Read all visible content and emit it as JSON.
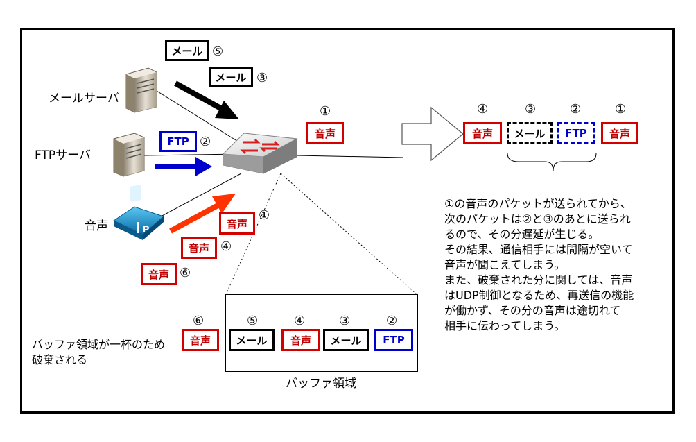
{
  "labels": {
    "mail_server": "メールサーバ",
    "ftp_server": "FTPサーバ",
    "voice": "音声",
    "buffer_full_line1": "バッファ領域が一杯のため",
    "buffer_full_line2": "破棄される",
    "buffer_area": "バッファ領域"
  },
  "packets": {
    "mail5": {
      "text": "メール",
      "num": "⑤"
    },
    "mail3": {
      "text": "メール",
      "num": "③"
    },
    "ftp2": {
      "text": "FTP",
      "num": "②"
    },
    "voice1": {
      "text": "音声",
      "num": "①"
    },
    "voice4": {
      "text": "音声",
      "num": "④"
    },
    "voice6": {
      "text": "音声",
      "num": "⑥"
    },
    "out_voice1": {
      "text": "音声",
      "num": "①"
    }
  },
  "queue_out": [
    {
      "text": "音声",
      "num": "④"
    },
    {
      "text": "メール",
      "num": "③"
    },
    {
      "text": "FTP",
      "num": "②"
    },
    {
      "text": "音声",
      "num": "①"
    }
  ],
  "buffer": {
    "dropped": {
      "text": "音声",
      "num": "⑥"
    },
    "items": [
      {
        "text": "メール",
        "num": "⑤"
      },
      {
        "text": "音声",
        "num": "④"
      },
      {
        "text": "メール",
        "num": "③"
      },
      {
        "text": "FTP",
        "num": "②"
      }
    ]
  },
  "note_lines": [
    "①の音声のパケットが送られてから、",
    "次のパケットは②と③のあとに送られ",
    "るので、その分遅延が生じる。",
    "その結果、通信相手には間隔が空いて",
    "音声が聞こえてしまう。",
    "また、破棄された分に関しては、音声",
    "はUDP制御となるため、再送信の機能",
    "が働かず、その分の音声は途切れて",
    "相手に伝わってしまう。"
  ],
  "colors": {
    "voice": "#d40000",
    "ftp": "#0000cc",
    "mail": "#000000",
    "arrow_red": "#ff3300"
  },
  "icons": [
    "mail-server-icon",
    "ftp-server-icon",
    "ip-phone-icon",
    "switch-icon"
  ]
}
